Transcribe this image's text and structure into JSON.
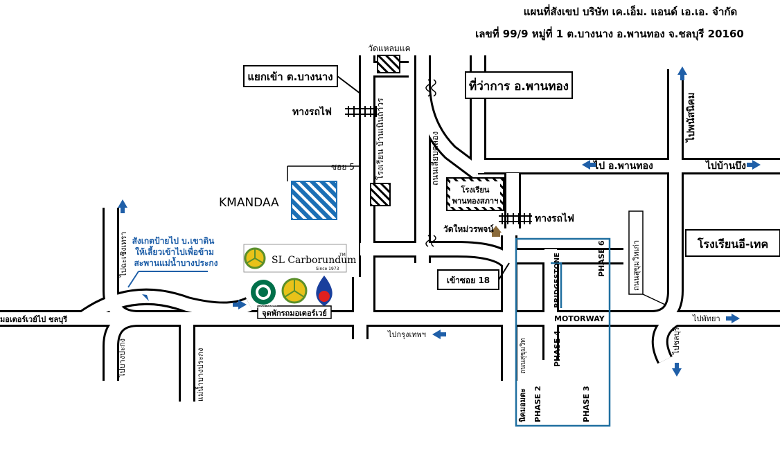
{
  "header": {
    "title": "แผนที่สังเขป บริษัท เค.เอ็ม. แอนด์ เอ.เอ. จำกัด",
    "address": "เลขที่ 99/9 หมู่ที่ 1 ต.บางนาง อ.พานทอง จ.ชลบุรี 20160"
  },
  "labels": {
    "wat_laem_kae": "วัดแหลมแค",
    "junction_bang_nang": "แยกเข้า ต.บางนาง",
    "district_office": "ที่ว่าการ อ.พานทอง",
    "to_phanat_nikhom": "ไปพนัสนิคม",
    "railway_1": "ทางรถไฟ",
    "railway_2": "ทางรถไฟ",
    "soi_5": "ซอย 5",
    "school_ban_noen": "โรงเรียน บ้านเนินถาวร",
    "road_liap_khlong": "ถนนเลียบคลอง",
    "to_phan_thong": "ไป อ.พานทอง",
    "to_ban_bueng": "ไปบ้านบึง",
    "kmandaa": "KMANDAA",
    "school_phan_thong_line1": "โรงเรียน",
    "school_phan_thong_line2": "พานทองสภาฯ",
    "wat_mai": "วัดใหม่วรพจน์",
    "school_e_tech": "โรงเรียนอี-เทค",
    "road_sukhumvit": "ถนนสุขุมวิทเก่า",
    "note_line1": "สังเกตป้ายไป บ.เขาดิน",
    "note_line2": "ให้เลี้ยวเข้าไปเพื่อข้าม",
    "note_line3": "สะพานแม่น้ำบางประกง",
    "to_chachoengsao": "ไปฉะเชิงเทรา",
    "sl_brand": "SL Carborundum",
    "sl_tm": "TM",
    "sl_since": "Since 1973",
    "rest_stop": "จุดพักรถมอเตอร์เวย์",
    "enter_soi_18": "เข้าซอย 18",
    "phase_6": "PHASE 6",
    "bridgestone": "BRIDGESTONE",
    "motorway_label": "MOTORWAY",
    "motorway_chonburi": "มอเตอร์เวย์ไป ชลบุรี",
    "to_bangkok": "ไปกรุงเทพฯ",
    "to_pattaya": "ไปพัทยา",
    "to_chonburi": "ไปชลบุรี",
    "to_bang_pakong": "ไปบางปะกง",
    "bang_pakong_river": "แม่น้ำบางประกง",
    "road_sukhumvit_lower": "ถนนสุขุมวิท",
    "phase_4": "PHASE 4",
    "phase_2": "PHASE 2",
    "phase_3": "PHASE 3",
    "industrial_estate": "นิคมอมตะ",
    "starbucks": "STARBUCKS COFFEE"
  },
  "colors": {
    "road_outline": "#000000",
    "kmandaa_block": "#1b6fb5",
    "arrow_blue": "#1f5fa8",
    "note_text": "#1f5fa8",
    "phase_line": "#1f6fa0",
    "starbucks_green": "#00704a",
    "sl_green": "#5a8f2b",
    "sl_yellow": "#e8c21a",
    "ptt_blue": "#1a3f9c",
    "ptt_red": "#e0201f"
  }
}
